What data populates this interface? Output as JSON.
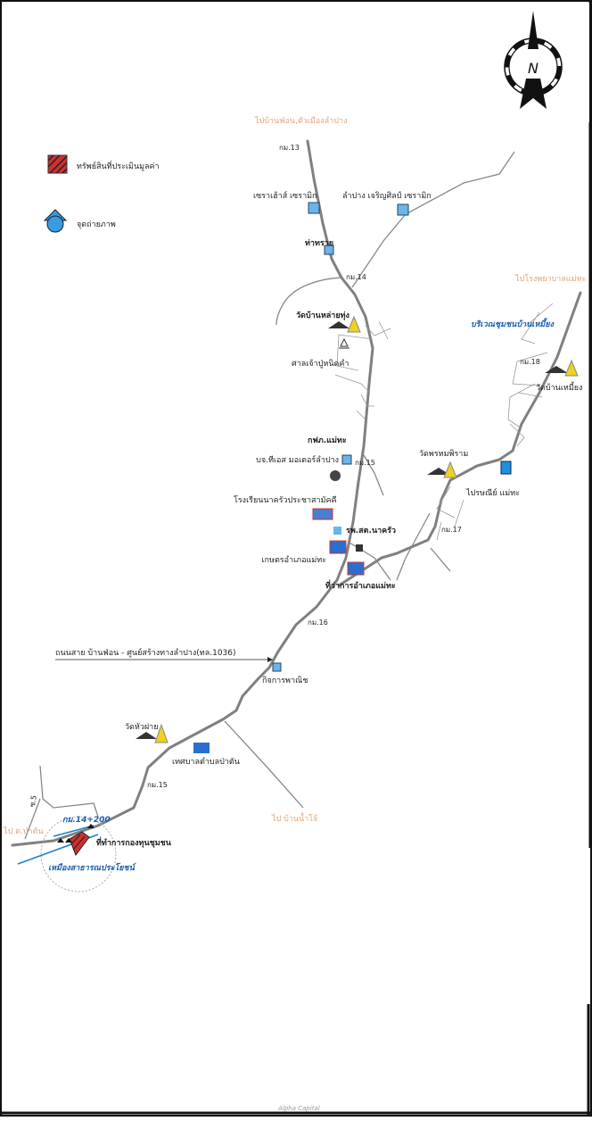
{
  "legend": {
    "property_label": "ทรัพย์สินที่ประเมินมูลค่า",
    "photo_point_label": "จุดถ่ายภาพ"
  },
  "compass": {
    "letter": "N"
  },
  "directions": {
    "north": "ไปบ้านฟ่อน,ตัวเมืองลำปาง",
    "northeast": "ไปโรงพยาบาลแม่ทะ",
    "south": "ไป บ้านน้ำโจ้",
    "west": "ไป ต.ป่าตัน"
  },
  "km_markers": [
    "กม.13",
    "กม.14",
    "กม.15",
    "กม.16",
    "กม.17",
    "กม.18",
    "กม.15",
    "กม.14+200"
  ],
  "places": {
    "ceramic1": "เซราเฮ้าส์ เซรามิก",
    "ceramic2": "ลำปาง เจริญศิลป์ เซรามิก",
    "thasai": "ท่าทราย",
    "wat_lai_thung": "วัดบ้านหล่ายทุ่ง",
    "shrine": "ศาลเจ้าปู่หนิดคำ",
    "pea": "กฟภ.แม่ทะ",
    "tcs": "บจ.ทีเอส มอเตอร์ลำปาง",
    "school": "โรงเรียนนาครัวประชาสามัคคี",
    "health": "รพ.สต.นาครัว",
    "agri": "เกษตรอำเภอแม่ทะ",
    "district": "ที่ว่าการอำเภอแม่ทะ",
    "wat_phrom": "วัดพรหมพิราม",
    "post": "ไปรษณีย์ แม่ทะ",
    "wat_mueang": "วัดบ้านเหมี้ยง",
    "community": "บริเวณชุมชนบ้านเหมี้ยง",
    "road_label": "ถนนสาย บ้านฟ่อน - ศูนย์สร้างทางลำปาง(ทล.1036)",
    "commerce": "กิจการพาณิช",
    "wat_hua_fai": "วัดหัวฝาย",
    "municipality": "เทศบาลตำบลป่าตัน",
    "fund_office": "ที่ทำการกองทุนชุมชน",
    "utility": "เหมืองสาธารณประโยชน์",
    "lane": "ซ.5"
  },
  "footer": {
    "watermark": "Alpha Capital"
  },
  "colors": {
    "road": "#808080",
    "property": "#d03030",
    "photo": "#3a9be0",
    "direction": "#e8a070",
    "note": "#1a5fb0",
    "temple": "#f0d020"
  }
}
